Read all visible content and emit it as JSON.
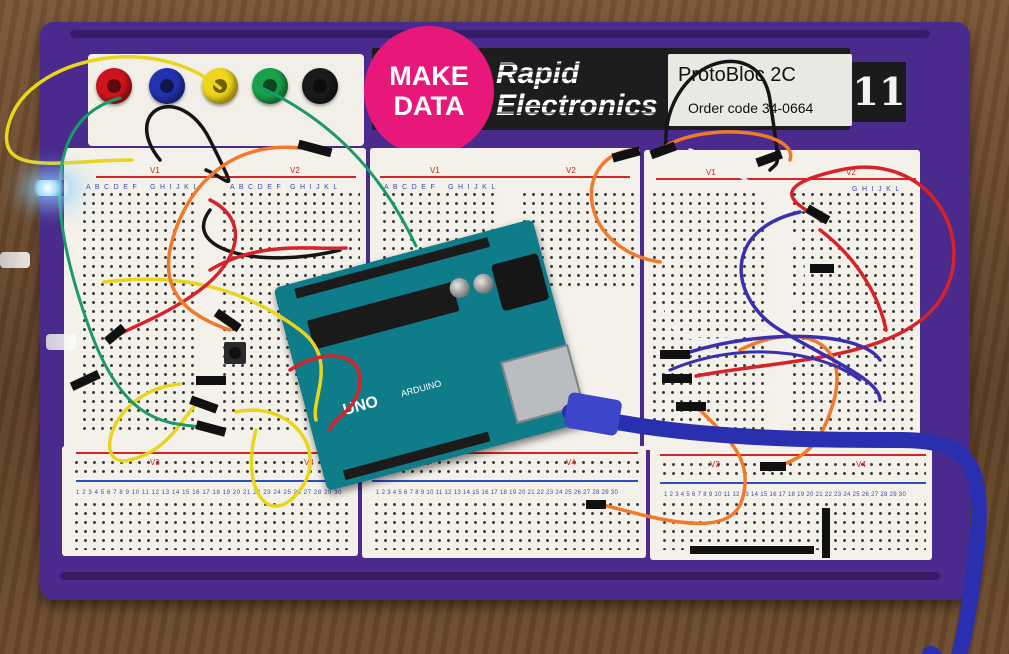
{
  "logo": {
    "line1": "MAKE",
    "line2": "DATA",
    "color": "#e8187a"
  },
  "label": {
    "brand_line1": "Rapid",
    "brand_line2": "Electronics",
    "model": "ProtoBloc 2C",
    "order_code": "Order code 34-0664",
    "sticker_number": "11"
  },
  "board": {
    "rail_labels": [
      "V1",
      "V2",
      "V1",
      "V2",
      "V1",
      "V2",
      "V3",
      "V4",
      "V3",
      "V4",
      "V3",
      "V4"
    ],
    "row_letters_top": "A B C D E F",
    "row_letters_top2": "G H I J K L",
    "column_numbers": "1 2 3 4 5 6 7 8 9 10 11 12 13 14 15 16 17 18 19 20 21 22 23 24 25 26 27 28 29 30"
  },
  "arduino": {
    "model_text": "UNO",
    "brand_text": "ARDUINO",
    "color": "#0f7c8a"
  },
  "posts": [
    {
      "color": "#d0141e",
      "icon": "binding-post-red"
    },
    {
      "color": "#2233b0",
      "icon": "binding-post-blue"
    },
    {
      "color": "#f0d51a",
      "icon": "binding-post-yellow"
    },
    {
      "color": "#18a14a",
      "icon": "binding-post-green"
    },
    {
      "color": "#1b1b1b",
      "icon": "binding-post-black"
    }
  ],
  "colors": {
    "base": "#4a2a8c",
    "breadboard": "#f3f1ea",
    "usb_cable": "#2a2fb0",
    "wire_red": "#d6232a",
    "wire_yellow": "#e9d61c",
    "wire_green": "#1b9a68",
    "wire_orange": "#f07a2a",
    "wire_black": "#151515",
    "wire_blue": "#3b2fb0",
    "wire_white": "#f2f2f2"
  }
}
